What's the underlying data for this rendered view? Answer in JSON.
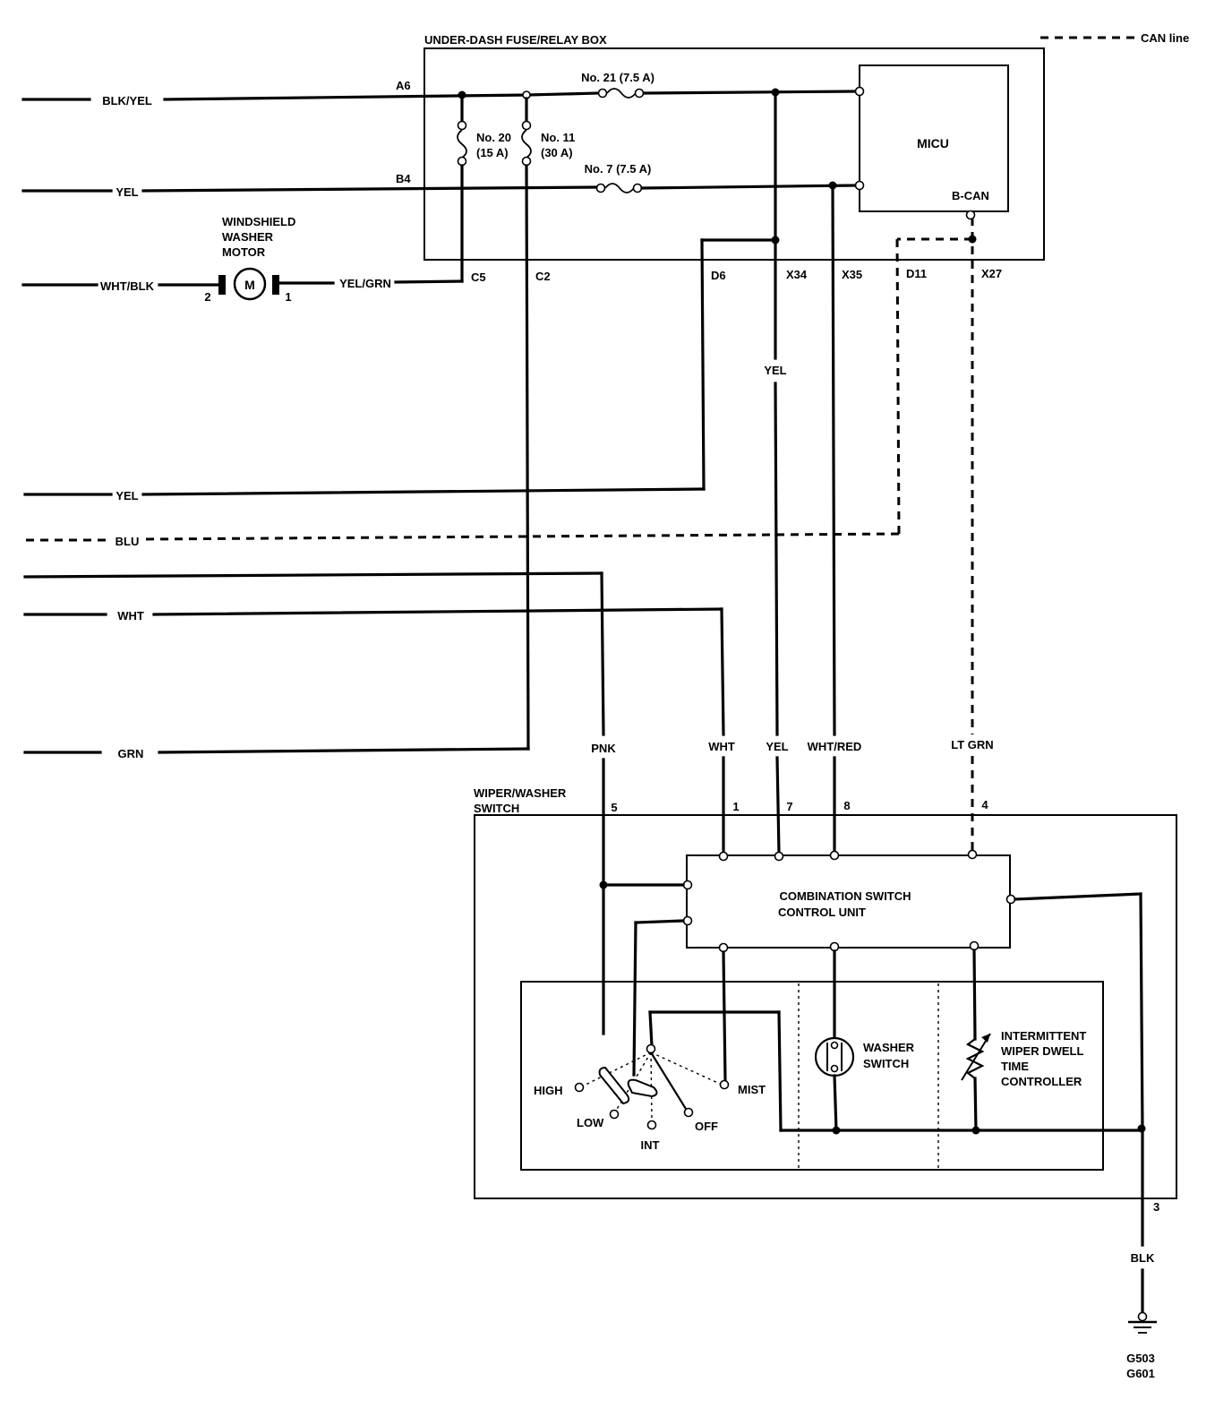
{
  "legend": {
    "can_line": "CAN line"
  },
  "fuse_box": {
    "title": "UNDER-DASH FUSE/RELAY BOX",
    "micu": "MICU",
    "bcan": "B-CAN",
    "fuses": {
      "no21": "No. 21 (7.5 A)",
      "no20_a": "No. 20",
      "no20_b": "(15 A)",
      "no11_a": "No. 11",
      "no11_b": "(30 A)",
      "no7": "No. 7 (7.5 A)"
    },
    "terminals": {
      "a6": "A6",
      "b4": "B4",
      "c5": "C5",
      "c2": "C2",
      "d6": "D6",
      "x34": "X34",
      "x35": "X35",
      "d11": "D11",
      "x27": "X27"
    }
  },
  "motor": {
    "title_1": "WINDSHIELD",
    "title_2": "WASHER",
    "title_3": "MOTOR",
    "symbol": "M",
    "pin_1": "1",
    "pin_2": "2"
  },
  "wires": {
    "blk_yel": "BLK/YEL",
    "yel_b4": "YEL",
    "wht_blk": "WHT/BLK",
    "yel_grn": "YEL/GRN",
    "yel_x34": "YEL",
    "yel_d6": "YEL",
    "blu": "BLU",
    "wht": "WHT",
    "grn": "GRN",
    "pnk": "PNK",
    "wht_sw": "WHT",
    "yel_sw": "YEL",
    "wht_red": "WHT/RED",
    "lt_grn": "LT GRN",
    "blk": "BLK"
  },
  "switch": {
    "title_1": "WIPER/WASHER",
    "title_2": "SWITCH",
    "pins": {
      "p5": "5",
      "p1": "1",
      "p7": "7",
      "p8": "8",
      "p4": "4",
      "p3": "3"
    },
    "control_1": "COMBINATION SWITCH",
    "control_2": "CONTROL UNIT",
    "positions": {
      "high": "HIGH",
      "low": "LOW",
      "int": "INT",
      "off": "OFF",
      "mist": "MIST"
    },
    "washer_1": "WASHER",
    "washer_2": "SWITCH",
    "controller_1": "INTERMITTENT",
    "controller_2": "WIPER DWELL",
    "controller_3": "TIME",
    "controller_4": "CONTROLLER"
  },
  "ground": {
    "g503": "G503",
    "g601": "G601"
  }
}
